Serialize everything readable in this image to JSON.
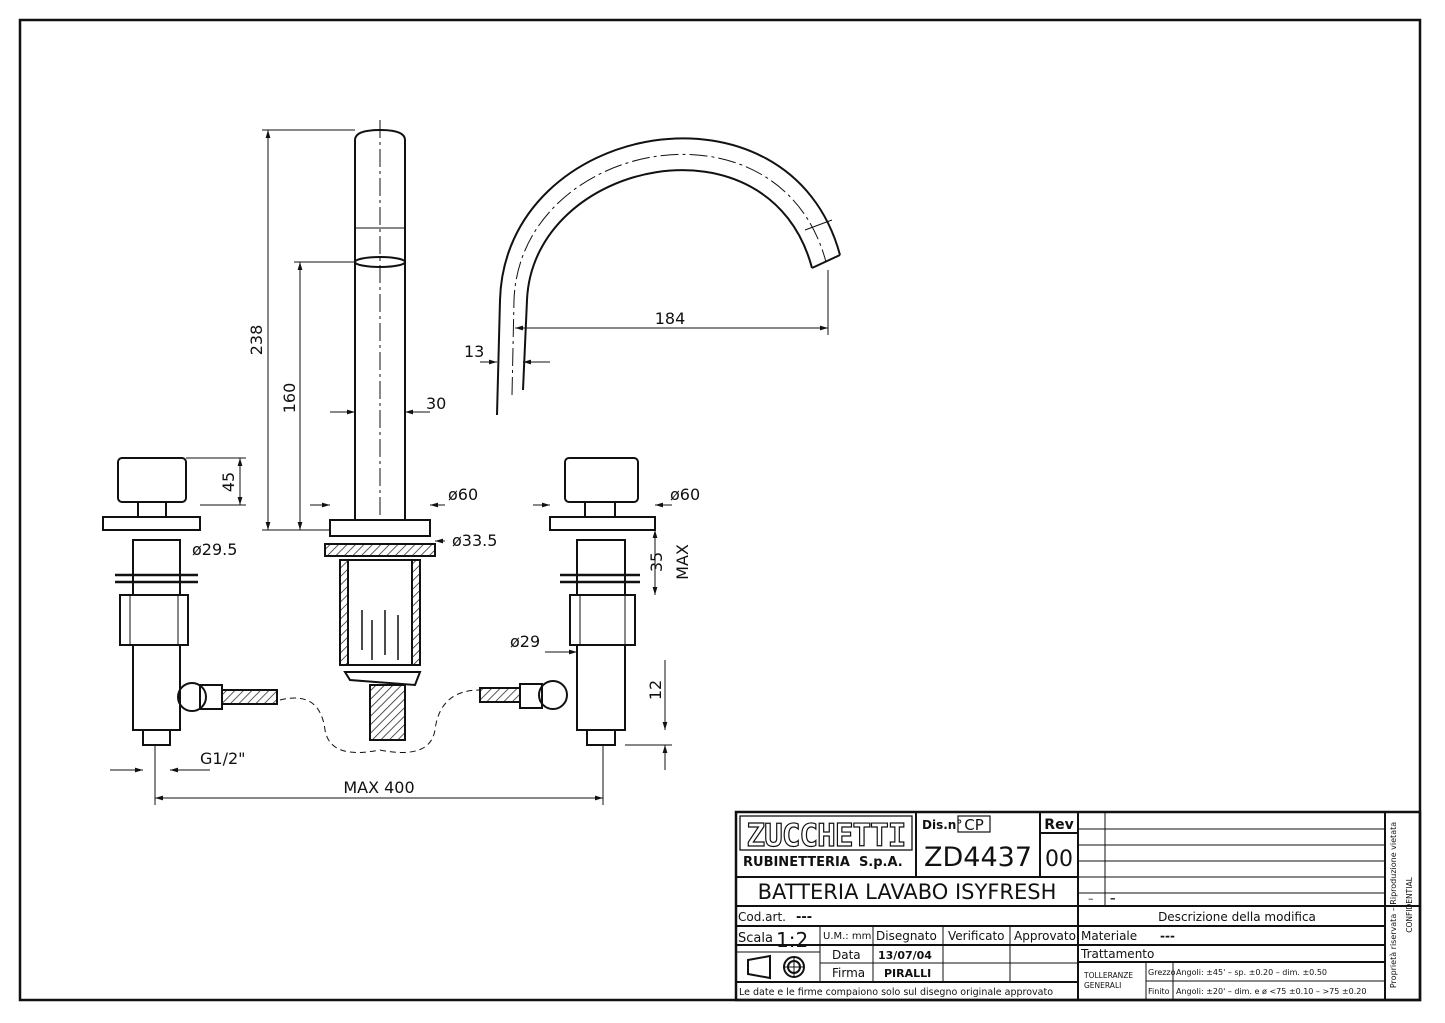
{
  "drawing": {
    "dimensions": {
      "height_total": "238",
      "height_spout": "160",
      "spout_diameter": "30",
      "handle_height": "45",
      "handle_shank_diameter": "ø29.5",
      "base_diameter_center": "ø60",
      "base_hole_diameter": "ø33.5",
      "base_diameter_right": "ø60",
      "handle_base_height": "35",
      "max_label": "MAX",
      "shank_diameter": "ø29",
      "outlet_height": "12",
      "thread": "G1/2\"",
      "max_width": "MAX 400",
      "spout_reach": "184",
      "spout_tube": "13"
    }
  },
  "title_block": {
    "brand": "ZUCCHETTI",
    "company": "RUBINETTERIA  S.p.A.",
    "drawing_no_label": "Dis.n°",
    "drawing_prefix": "CP",
    "drawing_no": "ZD4437",
    "rev_label": "Rev",
    "rev": "00",
    "title": "BATTERIA LAVABO ISYFRESH",
    "cod_art_label": "Cod.art.",
    "cod_art": "---",
    "scale_label": "Scala",
    "scale": "1:2",
    "um": "U.M.: mm",
    "drawn_label": "Disegnato",
    "checked_label": "Verificato",
    "approved_label": "Approvato",
    "date_label": "Data",
    "date": "13/07/04",
    "signature_label": "Firma",
    "signature": "PIRALLI",
    "note": "Le date e le firme compaiono solo sul disegno originale approvato",
    "rev_row_a": "–",
    "rev_row_b": "–",
    "modification_label": "Descrizione della modifica",
    "material_label": "Materiale",
    "material": "---",
    "treatment_label": "Trattamento",
    "tolerance_label_1": "TOLLERANZE",
    "tolerance_label_2": "GENERALI",
    "rough_label": "Grezzo",
    "rough_values": "Angoli: ±45' – sp. ±0.20  – dim. ±0.50",
    "finish_label": "Finito",
    "finish_values": "Angoli: ±20' – dim. e ø <75 ±0.10 – >75 ±0.20",
    "property_note": "Proprietà riservata – Riproduzione vietata",
    "confidential": "CONFIDENTIAL"
  }
}
